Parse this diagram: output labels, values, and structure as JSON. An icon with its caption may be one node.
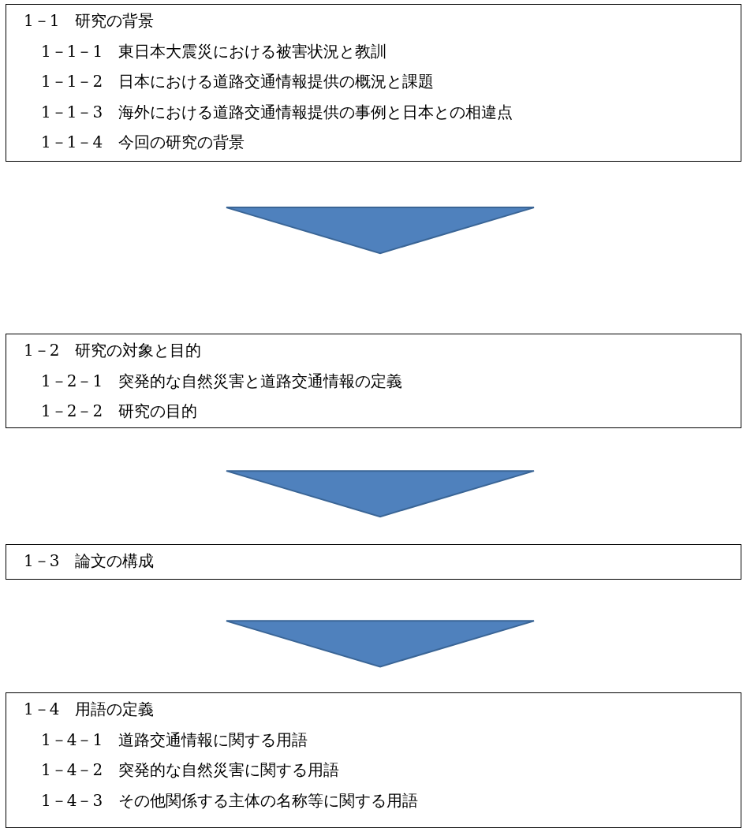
{
  "diagram": {
    "nodes": [
      {
        "text": [
          "1－1　研究の背景",
          "1－1－1　東日本大震災における被害状況と教訓",
          "1－1－2　日本における道路交通情報提供の概況と課題",
          "1－1－3　海外における道路交通情報提供の事例と日本との相違点",
          "1－1－4　今回の研究の背景"
        ]
      },
      {
        "text": [
          "1－2　研究の対象と目的",
          "1－2－1　突発的な自然災害と道路交通情報の定義",
          "1－2－2　研究の目的"
        ]
      },
      {
        "text": [
          "1－3　論文の構成"
        ]
      },
      {
        "text": [
          "1－4　用語の定義",
          "1－4－1　道路交通情報に関する用語",
          "1－4－2　突発的な自然災害に関する用語",
          "1－4－3　その他関係する主体の名称等に関する用語"
        ]
      }
    ],
    "edges": [
      {
        "from": 0,
        "to": 1,
        "arrow": "to"
      },
      {
        "from": 1,
        "to": 2,
        "arrow": "to"
      },
      {
        "from": 2,
        "to": 3,
        "arrow": "to"
      }
    ]
  }
}
